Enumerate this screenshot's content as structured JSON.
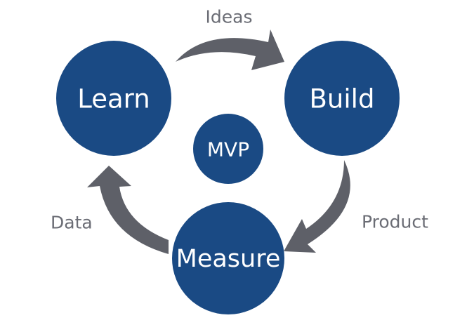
{
  "diagram": {
    "nodes": {
      "learn": "Learn",
      "build": "Build",
      "measure": "Measure",
      "center": "MVP"
    },
    "edges": {
      "learn_to_build": "Ideas",
      "build_to_measure": "Product",
      "measure_to_learn": "Data"
    }
  },
  "colors": {
    "node_fill": "#1a4a84",
    "node_text": "#ffffff",
    "arrow": "#5e6068",
    "edge_label": "#6b6d75",
    "background": "#ffffff"
  }
}
